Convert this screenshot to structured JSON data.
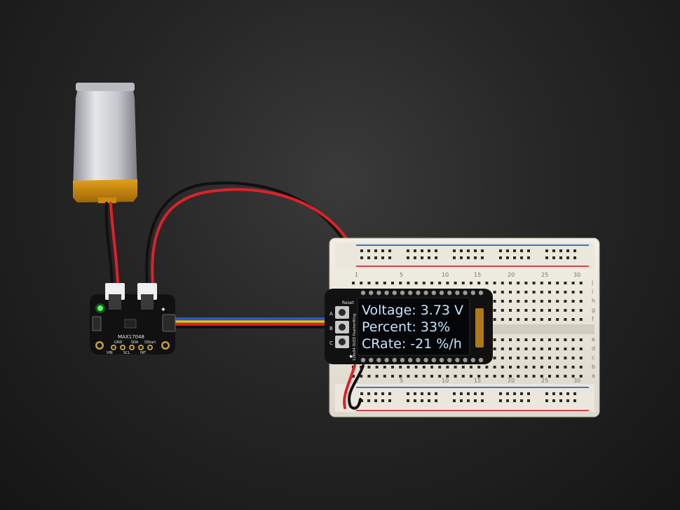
{
  "oled": {
    "line1": "Voltage: 3.73 V",
    "line2": "Percent: 33%",
    "line3": "CRate: -21 %/h"
  },
  "sensor_board": {
    "chip_label": "MAX17048",
    "pin_labels": [
      "GND",
      "SDA",
      "QStart",
      "VIN",
      "SCL",
      "INT"
    ]
  },
  "featherwing": {
    "button_labels": [
      "A",
      "B",
      "C"
    ],
    "reset_label": "Reset",
    "side_label": "128x64 OLED FeatherWing"
  },
  "breadboard": {
    "column_numbers": [
      "1",
      "5",
      "10",
      "15",
      "20",
      "25",
      "30"
    ],
    "row_letters_top": [
      "j",
      "i",
      "h",
      "g",
      "f"
    ],
    "row_letters_bottom": [
      "e",
      "d",
      "c",
      "b",
      "a"
    ]
  },
  "colors": {
    "background": "#262626",
    "pcb": "#111111",
    "oled_text": "#c8e4ff",
    "wire_red": "#e0202a",
    "wire_black": "#101010",
    "wire_blue": "#2a5ad8",
    "wire_yellow": "#e6c21a",
    "rail_red": "#d8404a",
    "rail_blue": "#3a78c8"
  }
}
